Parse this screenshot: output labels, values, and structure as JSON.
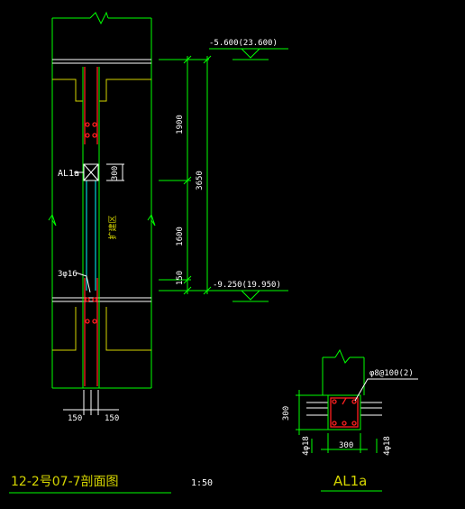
{
  "drawing": {
    "title": "12-2号07-7剖面图",
    "scale": "1:50",
    "elev_top": "-5.600(23.600)",
    "elev_bottom": "-9.250(19.950)",
    "beam_label": "AL1a",
    "rebar_note": "3φ16",
    "wall_note": "扩建区",
    "dims": {
      "d1900": "1900",
      "d1600": "1600",
      "d150": "150",
      "d3650": "3650",
      "d300": "300",
      "w150a": "150",
      "w150b": "150"
    }
  },
  "section": {
    "title": "AL1a",
    "stirrup": "φ8@100(2)",
    "height": "300",
    "width": "300",
    "bar_left": "4φ18",
    "bar_right": "4φ18"
  },
  "colors": {
    "background": "#000000",
    "outline": "#00ff00",
    "slab": "#d4d400",
    "rebar": "#ff2020",
    "text": "#ffffff",
    "cyan": "#00ffff"
  }
}
